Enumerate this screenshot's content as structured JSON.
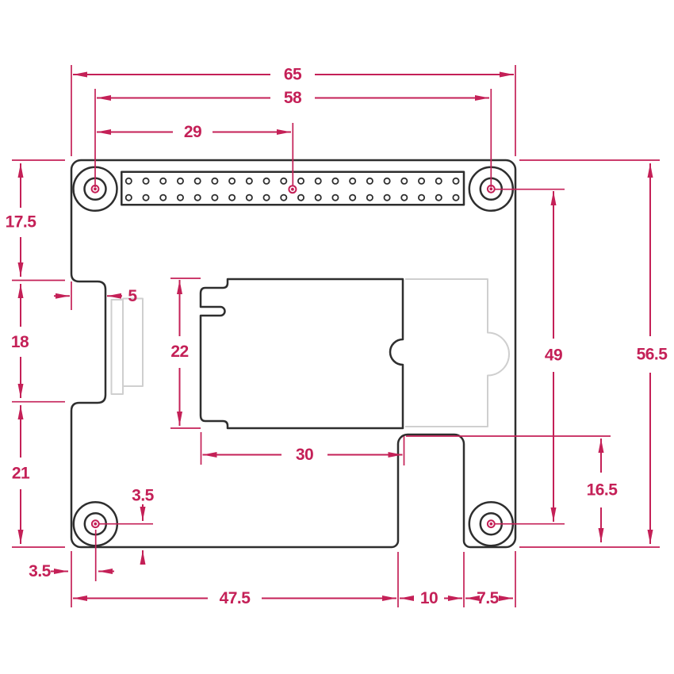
{
  "colors": {
    "dimension": "#c42057",
    "outline": "#2e2e2e",
    "ghost": "#cfcfcf",
    "background": "#ffffff"
  },
  "dims": {
    "d65": "65",
    "d58": "58",
    "d29": "29",
    "d17_5": "17.5",
    "d18": "18",
    "d21": "21",
    "d5": "5",
    "d22": "22",
    "d30": "30",
    "d49": "49",
    "d56_5": "56.5",
    "d16_5": "16.5",
    "d3_5_v": "3.5",
    "d3_5_h": "3.5",
    "d47_5": "47.5",
    "d10": "10",
    "d7_5": "7.5"
  },
  "gpio_header": {
    "rows": 2,
    "cols": 20
  },
  "mounting_holes": {
    "count": 4
  }
}
